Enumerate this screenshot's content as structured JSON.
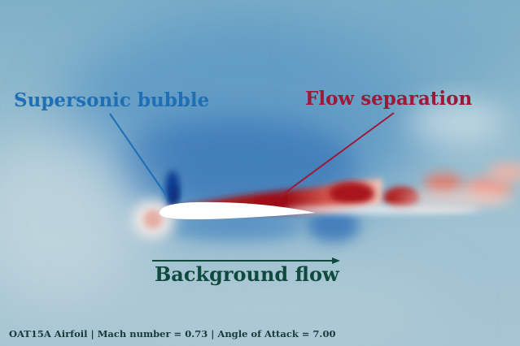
{
  "annotations": {
    "supersonic_bubble": "Supersonic bubble",
    "flow_separation": "Flow separation",
    "background_flow": "Background flow"
  },
  "caption": "OAT15A Airfoil | Mach number = 0.73 | Angle of Attack = 7.00",
  "colors": {
    "bubble_label": "#1f6fb5",
    "separation_label": "#9c1a38",
    "background_flow_label": "#0e4a3e",
    "caption_text": "#163a3a",
    "airfoil_fill": "#ffffff",
    "field_base": "#8fb6c8",
    "field_dark_blue": "#1d4fa0",
    "field_dark_red": "#9b0d14"
  }
}
